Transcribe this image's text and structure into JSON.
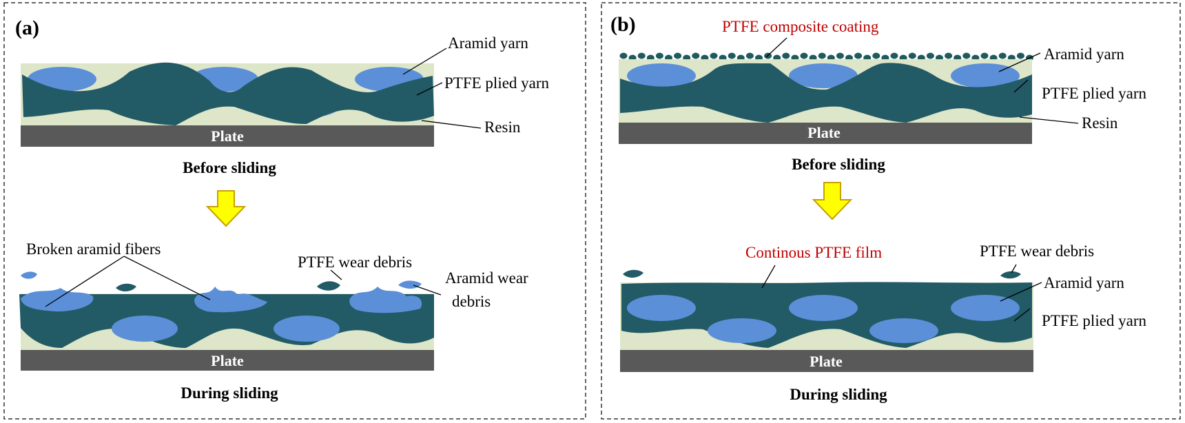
{
  "colors": {
    "resin": "#dde6c8",
    "ptfe_yarn": "#225a66",
    "aramid_yarn": "#5b8fd8",
    "plate": "#595959",
    "arrow_fill": "#ffff00",
    "arrow_stroke": "#c8a000",
    "red_label": "#c00000"
  },
  "panel_a": {
    "tag": "(a)",
    "before": {
      "aramid_label": "Aramid yarn",
      "ptfe_label": "PTFE plied yarn",
      "resin_label": "Resin",
      "plate_label": "Plate",
      "caption": "Before sliding"
    },
    "during": {
      "broken_label": "Broken aramid fibers",
      "ptfe_debris_label": "PTFE wear debris",
      "aramid_debris_label_1": "Aramid wear",
      "aramid_debris_label_2": "debris",
      "plate_label": "Plate",
      "caption": "During sliding"
    }
  },
  "panel_b": {
    "tag": "(b)",
    "before": {
      "coating_label": "PTFE composite coating",
      "aramid_label": "Aramid yarn",
      "ptfe_label": "PTFE plied yarn",
      "resin_label": "Resin",
      "plate_label": "Plate",
      "caption": "Before sliding"
    },
    "during": {
      "film_label": "Continous PTFE film",
      "ptfe_debris_label": "PTFE wear debris",
      "aramid_label": "Aramid yarn",
      "ptfe_label": "PTFE plied yarn",
      "plate_label": "Plate",
      "caption": "During sliding"
    }
  }
}
